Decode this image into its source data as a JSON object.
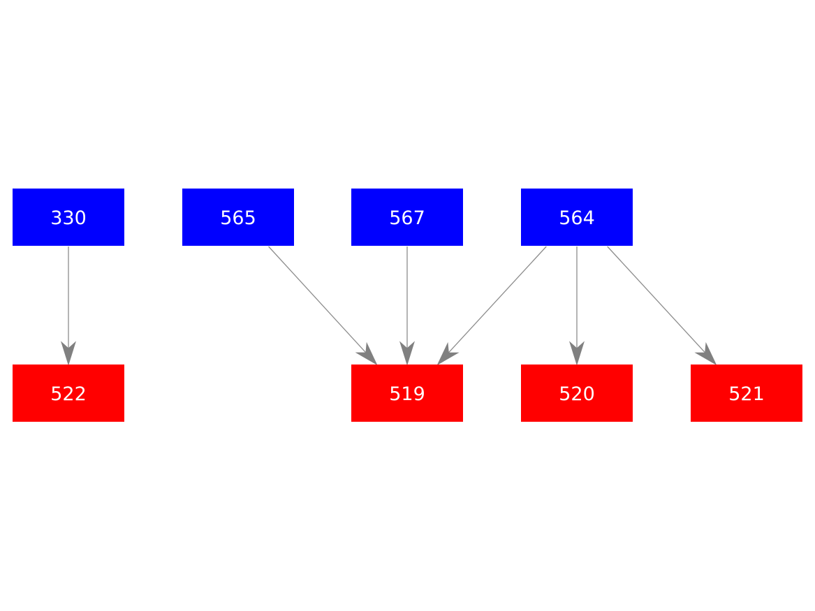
{
  "colors": {
    "source_node": "#0000ff",
    "target_node": "#ff0000",
    "edge": "#808080",
    "label": "#ffffff",
    "background": "#ffffff"
  },
  "nodes": [
    {
      "id": "330",
      "label": "330",
      "kind": "source"
    },
    {
      "id": "565",
      "label": "565",
      "kind": "source"
    },
    {
      "id": "567",
      "label": "567",
      "kind": "source"
    },
    {
      "id": "564",
      "label": "564",
      "kind": "source"
    },
    {
      "id": "522",
      "label": "522",
      "kind": "target"
    },
    {
      "id": "519",
      "label": "519",
      "kind": "target"
    },
    {
      "id": "520",
      "label": "520",
      "kind": "target"
    },
    {
      "id": "521",
      "label": "521",
      "kind": "target"
    }
  ],
  "edges": [
    {
      "from": "330",
      "to": "522"
    },
    {
      "from": "565",
      "to": "519"
    },
    {
      "from": "567",
      "to": "519"
    },
    {
      "from": "564",
      "to": "519"
    },
    {
      "from": "564",
      "to": "520"
    },
    {
      "from": "564",
      "to": "521"
    }
  ]
}
